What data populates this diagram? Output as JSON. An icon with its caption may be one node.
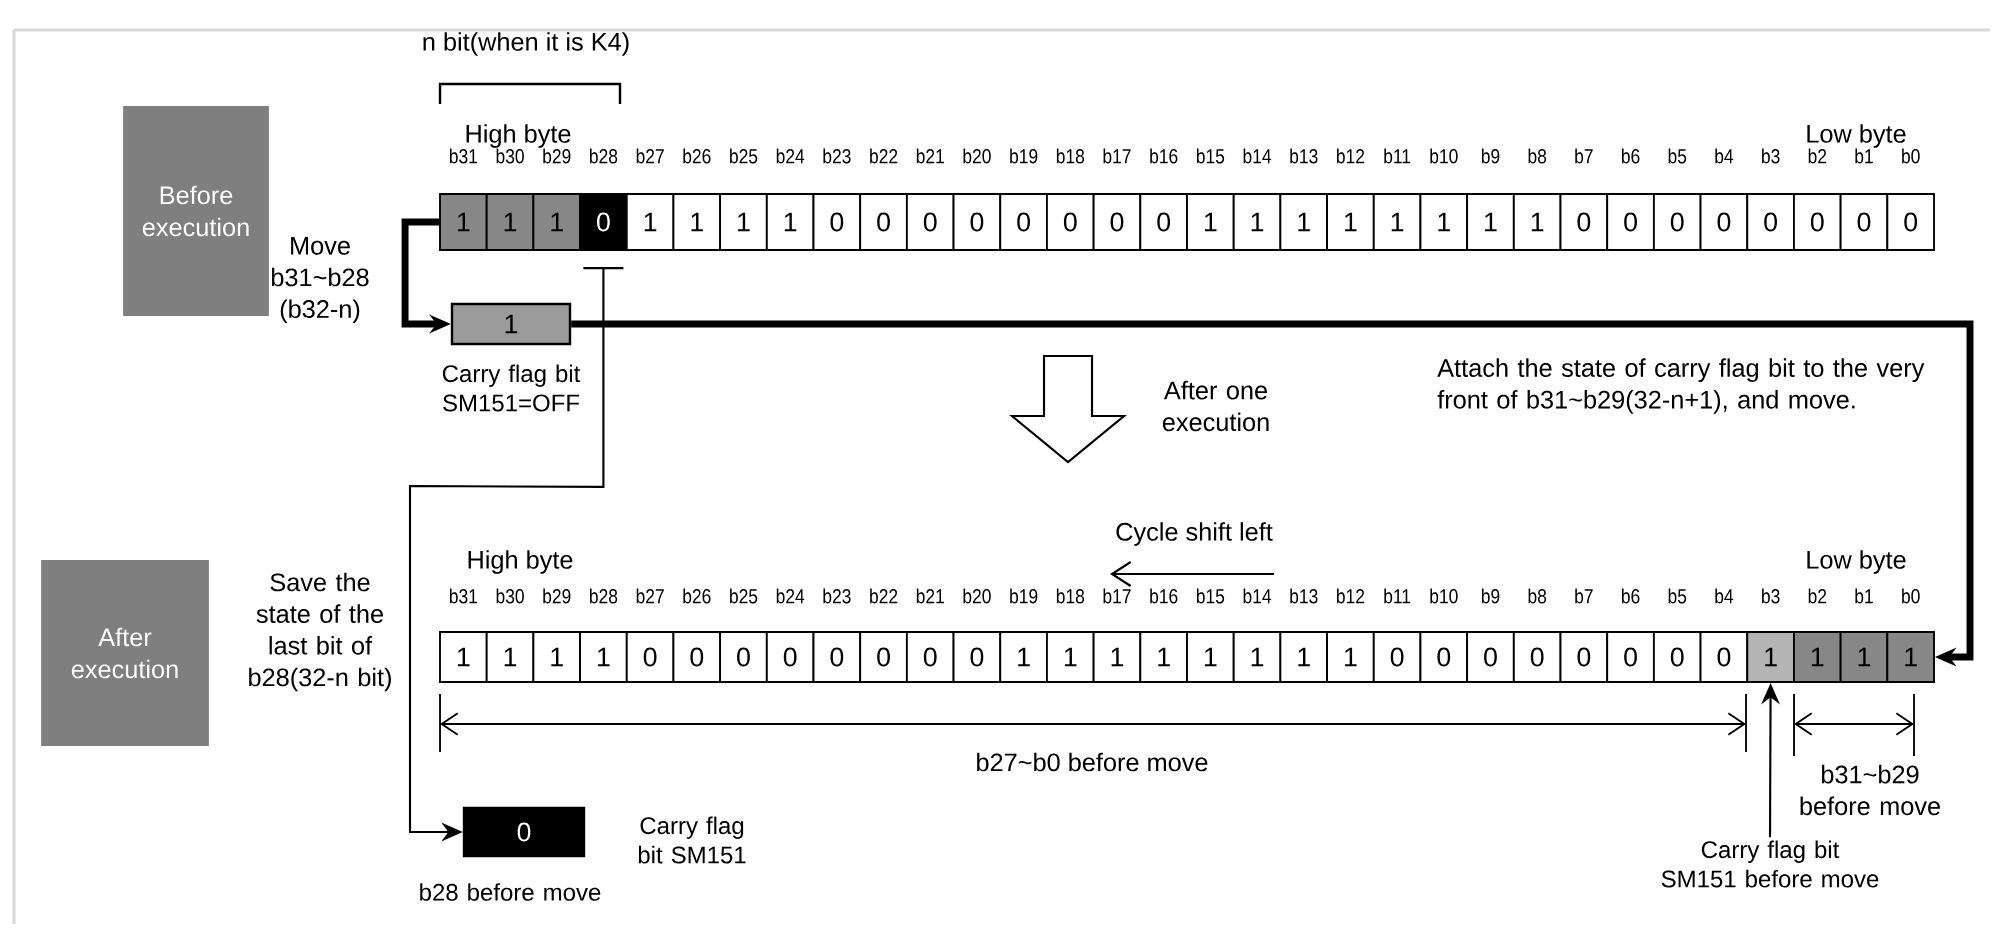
{
  "diagram": {
    "nodes": [
      {
        "text": [
          "Before execution"
        ]
      },
      {
        "text": [
          "1"
        ]
      },
      {
        "text": [
          "1"
        ]
      },
      {
        "text": [
          "1"
        ]
      },
      {
        "text": [
          "0"
        ]
      },
      {
        "text": [
          "1"
        ]
      },
      {
        "text": [
          "1"
        ]
      },
      {
        "text": [
          "1"
        ]
      },
      {
        "text": [
          "1"
        ]
      },
      {
        "text": [
          "0"
        ]
      },
      {
        "text": [
          "0"
        ]
      },
      {
        "text": [
          "0"
        ]
      },
      {
        "text": [
          "0"
        ]
      },
      {
        "text": [
          "0"
        ]
      },
      {
        "text": [
          "0"
        ]
      },
      {
        "text": [
          "0"
        ]
      },
      {
        "text": [
          "0"
        ]
      },
      {
        "text": [
          "1"
        ]
      },
      {
        "text": [
          "1"
        ]
      },
      {
        "text": [
          "1"
        ]
      },
      {
        "text": [
          "1"
        ]
      },
      {
        "text": [
          "1"
        ]
      },
      {
        "text": [
          "1"
        ]
      },
      {
        "text": [
          "1"
        ]
      },
      {
        "text": [
          "1"
        ]
      },
      {
        "text": [
          "0"
        ]
      },
      {
        "text": [
          "0"
        ]
      },
      {
        "text": [
          "0"
        ]
      },
      {
        "text": [
          "0"
        ]
      },
      {
        "text": [
          "0"
        ]
      },
      {
        "text": [
          "0"
        ]
      },
      {
        "text": [
          "0"
        ]
      },
      {
        "text": [
          "0"
        ]
      },
      {
        "text": [
          "1"
        ],
        "beside": [
          "Carry flag bit SM151=OFF"
        ]
      },
      {
        "text": [
          "After execution"
        ]
      },
      {
        "text": [
          "1"
        ]
      },
      {
        "text": [
          "1"
        ]
      },
      {
        "text": [
          "1"
        ]
      },
      {
        "text": [
          "1"
        ]
      },
      {
        "text": [
          "0"
        ]
      },
      {
        "text": [
          "0"
        ]
      },
      {
        "text": [
          "0"
        ]
      },
      {
        "text": [
          "0"
        ]
      },
      {
        "text": [
          "0"
        ]
      },
      {
        "text": [
          "0"
        ]
      },
      {
        "text": [
          "0"
        ]
      },
      {
        "text": [
          "0"
        ]
      },
      {
        "text": [
          "1"
        ]
      },
      {
        "text": [
          "1"
        ]
      },
      {
        "text": [
          "1"
        ]
      },
      {
        "text": [
          "1"
        ]
      },
      {
        "text": [
          "1"
        ]
      },
      {
        "text": [
          "1"
        ]
      },
      {
        "text": [
          "1"
        ]
      },
      {
        "text": [
          "1"
        ]
      },
      {
        "text": [
          "0"
        ]
      },
      {
        "text": [
          "0"
        ]
      },
      {
        "text": [
          "0"
        ]
      },
      {
        "text": [
          "0"
        ]
      },
      {
        "text": [
          "0"
        ]
      },
      {
        "text": [
          "0"
        ]
      },
      {
        "text": [
          "0"
        ]
      },
      {
        "text": [
          "0"
        ]
      },
      {
        "text": [
          "1"
        ]
      },
      {
        "text": [
          "1"
        ]
      },
      {
        "text": [
          "1"
        ]
      },
      {
        "text": [
          "1"
        ]
      },
      {
        "text": [
          "0"
        ],
        "beside": [
          "Carry flag bit SM151",
          "b28 before move"
        ]
      },
      {
        "text": [
          "Carry flag bit SM151 before move"
        ]
      }
    ],
    "edges": [
      {
        "from": 1,
        "to": 33,
        "arrow": "to",
        "style": "thick"
      },
      {
        "from": 33,
        "to": 66,
        "arrow": "to",
        "style": "thick"
      },
      {
        "from": 4,
        "to": 67,
        "arrow": "to"
      },
      {
        "from": 68,
        "to": 63,
        "arrow": "to"
      }
    ],
    "labels": [
      "n bit(when it is K4)",
      "High byte",
      "Low byte",
      "b31",
      "b30",
      "b29",
      "b28",
      "b27",
      "b26",
      "b25",
      "b24",
      "b23",
      "b22",
      "b21",
      "b20",
      "b19",
      "b18",
      "b17",
      "b16",
      "b15",
      "b14",
      "b13",
      "b12",
      "b11",
      "b10",
      "b9",
      "b8",
      "b7",
      "b6",
      "b5",
      "b4",
      "b3",
      "b2",
      "b1",
      "b0",
      "Move b31~b28 (b32-n)",
      "After one execution",
      "Attach the state of carry flag bit to the very front of b31~b29(32-n+1), and move.",
      "Cycle shift left",
      "High byte",
      "Low byte",
      "Save the state of the last bit of b28(32-n bit)",
      "b31",
      "b30",
      "b29",
      "b28",
      "b27",
      "b26",
      "b25",
      "b24",
      "b23",
      "b22",
      "b21",
      "b20",
      "b19",
      "b18",
      "b17",
      "b16",
      "b15",
      "b14",
      "b13",
      "b12",
      "b11",
      "b10",
      "b9",
      "b8",
      "b7",
      "b6",
      "b5",
      "b4",
      "b3",
      "b2",
      "b1",
      "b0",
      "b27~b0 before move",
      "b31~b29 before move"
    ]
  }
}
